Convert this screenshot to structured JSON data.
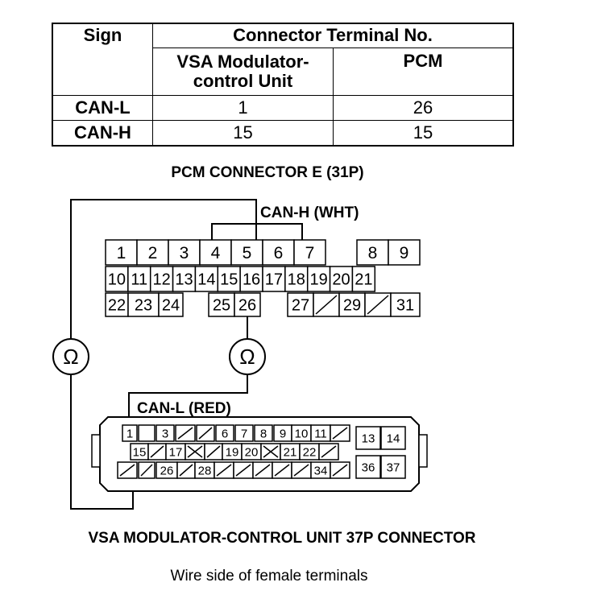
{
  "table": {
    "h_sign": "Sign",
    "h_terminal": "Connector Terminal No.",
    "h_vsa_1": "VSA Modulator-",
    "h_vsa_2": "control Unit",
    "h_pcm": "PCM",
    "rows": [
      {
        "sign": "CAN-L",
        "vsa": "1",
        "pcm": "26"
      },
      {
        "sign": "CAN-H",
        "vsa": "15",
        "pcm": "15"
      }
    ]
  },
  "pcm_title": "PCM CONNECTOR E (31P)",
  "can_h_label": "CAN-H (WHT)",
  "can_l_label": "CAN-L (RED)",
  "ohm_symbol": "Ω",
  "pcm_pins": [
    "1",
    "2",
    "3",
    "4",
    "5",
    "6",
    "7",
    "8",
    "9",
    "10",
    "11",
    "12",
    "13",
    "14",
    "15",
    "16",
    "17",
    "18",
    "19",
    "20",
    "21",
    "22",
    "23",
    "24",
    "25",
    "26",
    "27",
    "29",
    "31"
  ],
  "vsa_pins": [
    "1",
    "3",
    "6",
    "7",
    "8",
    "9",
    "10",
    "11",
    "13",
    "14",
    "15",
    "17",
    "19",
    "20",
    "21",
    "22",
    "36",
    "37",
    "26",
    "28",
    "34"
  ],
  "vsa_title": "VSA MODULATOR-CONTROL UNIT 37P CONNECTOR",
  "footer": "Wire side of female terminals"
}
